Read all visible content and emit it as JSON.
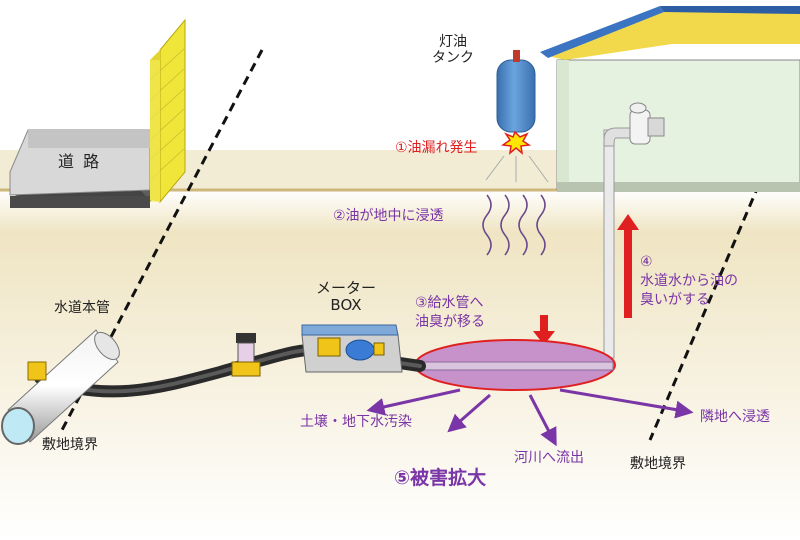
{
  "labels": {
    "road": "道 路",
    "kerosene_tank": "灯油\nタンク",
    "step1": "①油漏れ発生",
    "step2": "②油が地中に浸透",
    "step3": "③給水管へ\n油臭が移る",
    "step4_number": "④",
    "step4": "水道水から油の\n臭いがする",
    "step5": "⑤被害拡大",
    "meter_box": "メーター\nBOX",
    "water_main": "水道本管",
    "boundary_left": "敷地境界",
    "boundary_right": "敷地境界",
    "spread_soil": "土壌・地下水汚染",
    "spread_river": "河川へ流出",
    "spread_neighbor": "隣地へ浸透"
  },
  "colors": {
    "ground": "#d9c48a",
    "sky": "#ffffff",
    "wall": "#f5ed3a",
    "house": "#e9f3e3",
    "roof": "#3b74c2",
    "tank": "#4a86c8",
    "pipe": "#2a2a2a",
    "contamination": "#c792c9",
    "arrow_purple": "#7a35a6",
    "arrow_red": "#e02020"
  },
  "icons": [
    "brick-wall-icon",
    "house-icon",
    "faucet-icon",
    "kerosene-tank-icon",
    "leak-spark-icon",
    "water-meter-icon",
    "valve-icon"
  ]
}
